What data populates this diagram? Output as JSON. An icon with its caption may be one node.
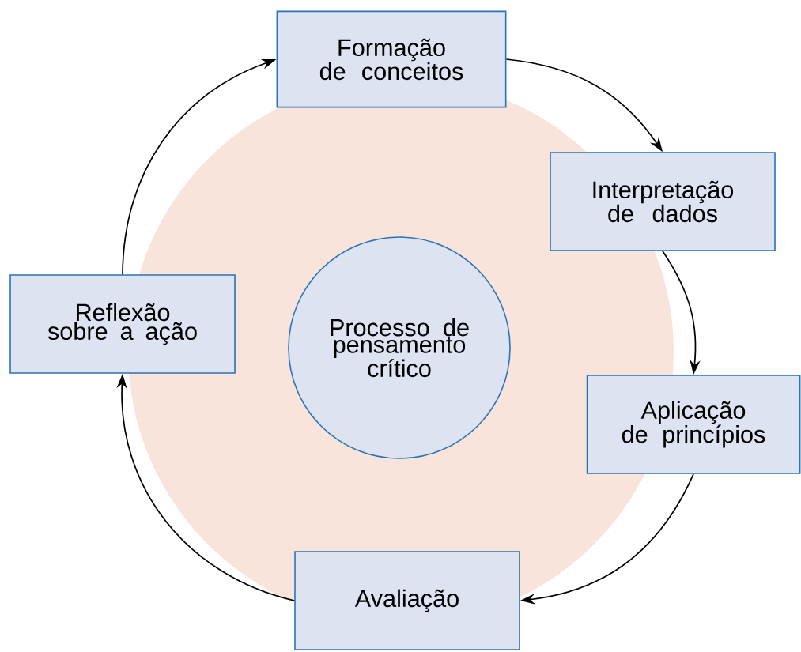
{
  "diagram": {
    "nodes": [
      {
        "text": [
          "Formação de conceitos"
        ]
      },
      {
        "text": [
          "Interpretação de dados"
        ]
      },
      {
        "text": [
          "Aplicação de princípios"
        ]
      },
      {
        "text": [
          "Avaliação"
        ]
      },
      {
        "text": [
          "Reflexão sobre a ação"
        ]
      },
      {
        "text": [
          "Processo de pensamento crítico"
        ]
      }
    ],
    "edges": [
      {
        "from": 0,
        "to": 1,
        "arrow": "to"
      },
      {
        "from": 1,
        "to": 2,
        "arrow": "to"
      },
      {
        "from": 2,
        "to": 3,
        "arrow": "to"
      },
      {
        "from": 3,
        "to": 4,
        "arrow": "to"
      },
      {
        "from": 4,
        "to": 0,
        "arrow": "to"
      }
    ]
  }
}
